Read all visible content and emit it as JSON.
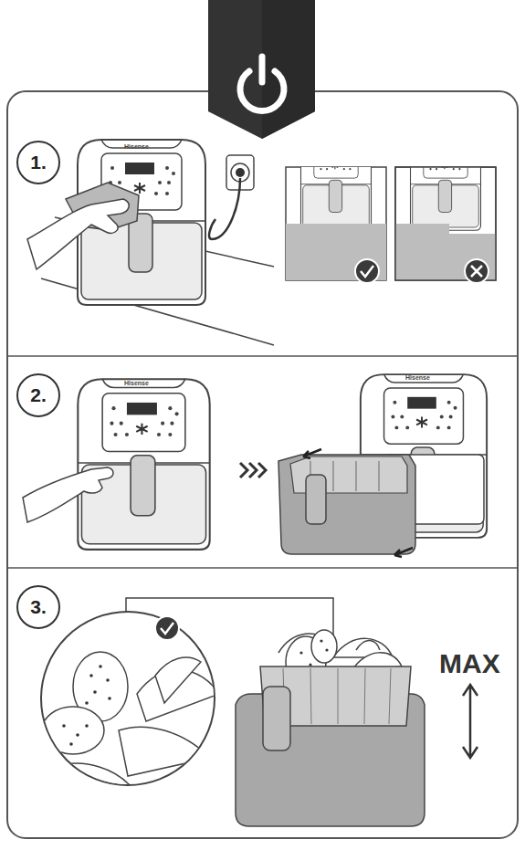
{
  "diagram": {
    "nodes": [
      {
        "text": [
          "1."
        ]
      },
      {
        "text": [
          "2."
        ]
      },
      {
        "text": [
          "3."
        ]
      }
    ],
    "labels": [
      "MAX",
      "Hisense",
      "Hisense",
      "Hisense"
    ]
  }
}
